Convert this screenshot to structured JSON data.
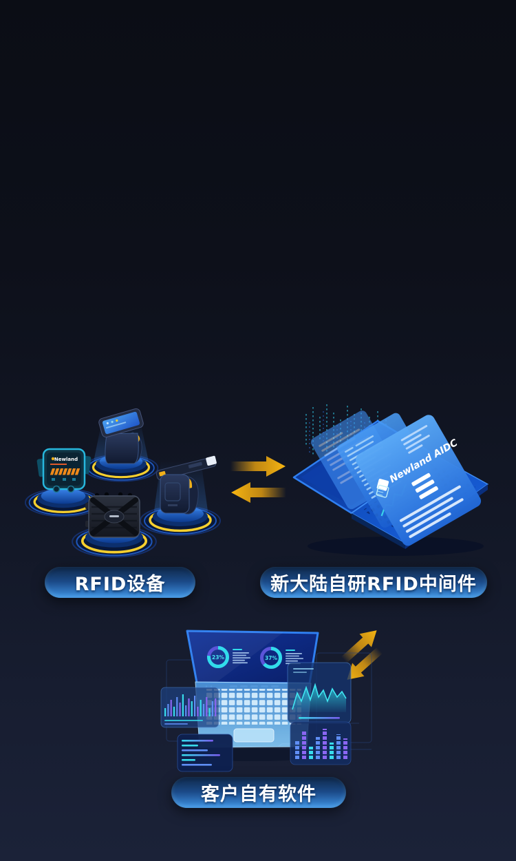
{
  "page": {
    "background_top": "#0b0d15",
    "background_bottom": "#1b2238"
  },
  "colors": {
    "arrow_gold": "#F2A812",
    "pill_gradient_top": "#0F2849",
    "pill_gradient_bottom": "#3F93E4",
    "platform_ring_yellow": "#F6CF2E",
    "platform_blue": "#1C62D8",
    "accent_cyan": "#35D9E8",
    "accent_purple": "#7A5CF0",
    "device_teal": "#27B7DD"
  },
  "nodes": {
    "rfid_devices": {
      "label": "RFID设备"
    },
    "middleware": {
      "label": "新大陆自研RFID中间件",
      "brand": "Newland AIDC"
    },
    "customer_software": {
      "label": "客户自有软件"
    }
  },
  "devices": {
    "fixed_reader_brand": "Newland"
  },
  "dashboard": {
    "donut1_value": "23%",
    "donut2_value": "37%"
  }
}
